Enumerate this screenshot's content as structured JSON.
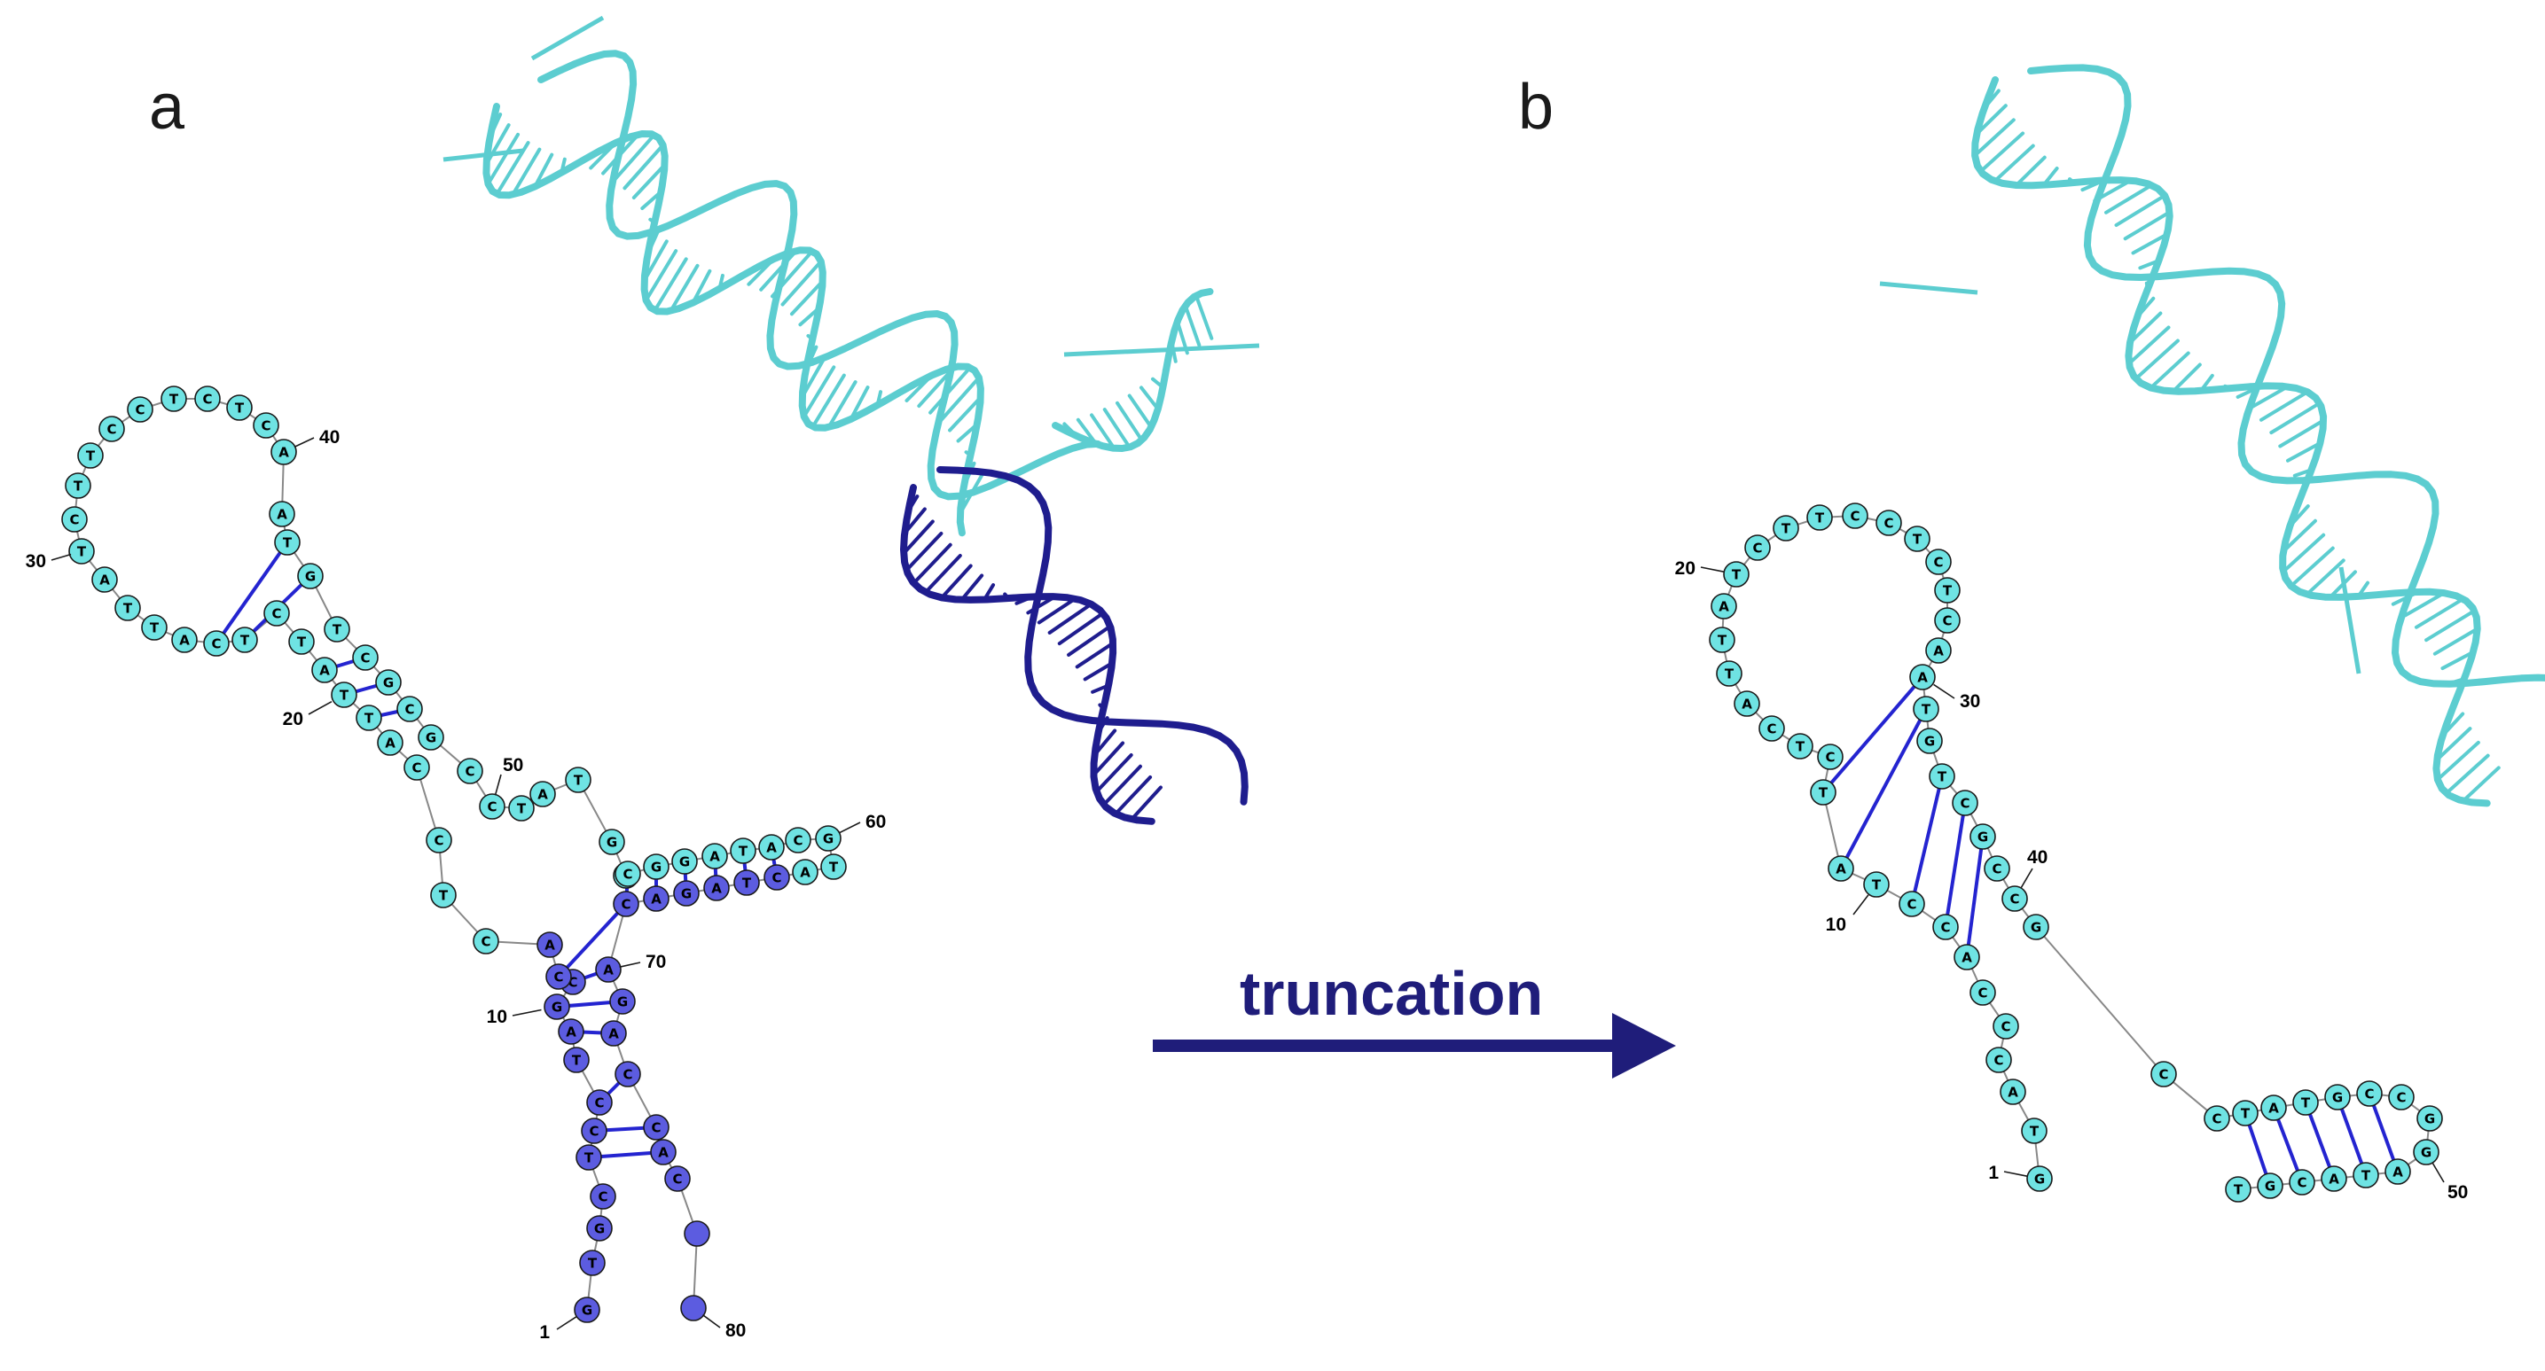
{
  "panels": [
    {
      "id": "a",
      "label": "a"
    },
    {
      "id": "b",
      "label": "b"
    }
  ],
  "arrow": {
    "label": "truncation"
  },
  "colors": {
    "light_nt": "#6fe3e3",
    "dark_nt": "#5c5ce0",
    "pair_line": "#2424d0",
    "backbone": "#888888",
    "ribbon_light": "#5ccdd0",
    "ribbon_dark": "#1f1d8e",
    "arrow": "#1f1d7a"
  },
  "structure_a": {
    "sequence": "GTGCTCCTAGCCACTCCATTATCTCATTATCTTCCTCTCAATGTCGCGCCTATGCCGGATACGTACTAGACAGACCAC",
    "number_labels": [
      "1",
      "10",
      "20",
      "30",
      "40",
      "50",
      "60",
      "70",
      "80"
    ],
    "truncated_region": "1-13, 66-80"
  },
  "structure_b": {
    "sequence": "GTACCCACCTATCTCATTATCTTCCTCTCAATGTCGCCGCCTATGCCGGATACGT",
    "number_labels": [
      "1",
      "10",
      "20",
      "30",
      "40",
      "50"
    ]
  }
}
